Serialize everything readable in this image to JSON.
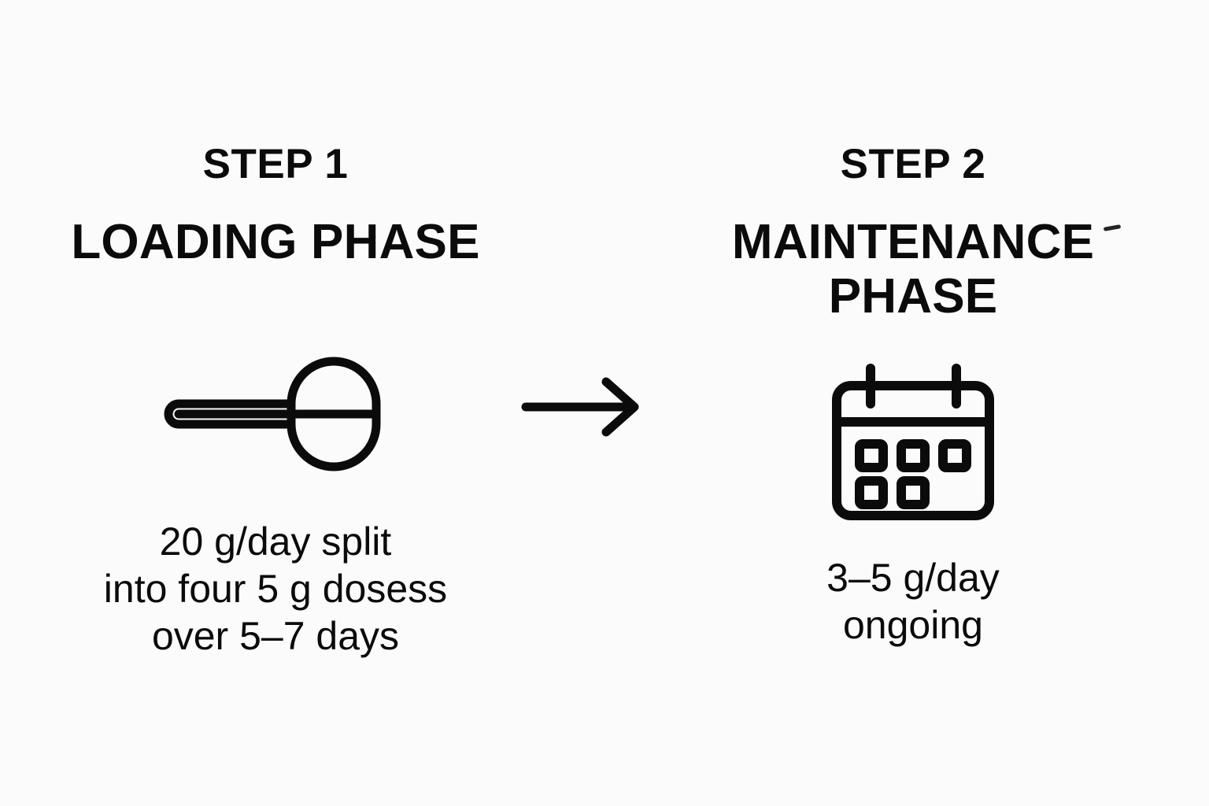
{
  "background_color": "#fbfbfb",
  "ink_color": "#0b0b0b",
  "steps": [
    {
      "step_label": "STEP 1",
      "phase_title": "LOADING PHASE",
      "icon": "scoop-icon",
      "caption": "20 g/day split\ninto four 5 g dosess\nover 5–7 days",
      "caption_lines": [
        "20 g/day split",
        "into four 5 g dosess",
        "over 5–7 days"
      ],
      "dose_amount": "20 g/day",
      "split_count": "four 5 g doses",
      "duration": "5–7 days"
    },
    {
      "step_label": "STEP 2",
      "phase_title_line_1": "MAINTENANCE",
      "phase_title_line_2": "PHASE",
      "icon": "calendar-icon",
      "caption": "3–5 g/day\nongoing",
      "caption_lines": [
        "3–5 g/day",
        "ongoing"
      ],
      "dose_amount": "3–5 g/day",
      "duration": "ongoing"
    }
  ],
  "connector": {
    "icon": "arrow-right-icon",
    "direction": "right"
  }
}
